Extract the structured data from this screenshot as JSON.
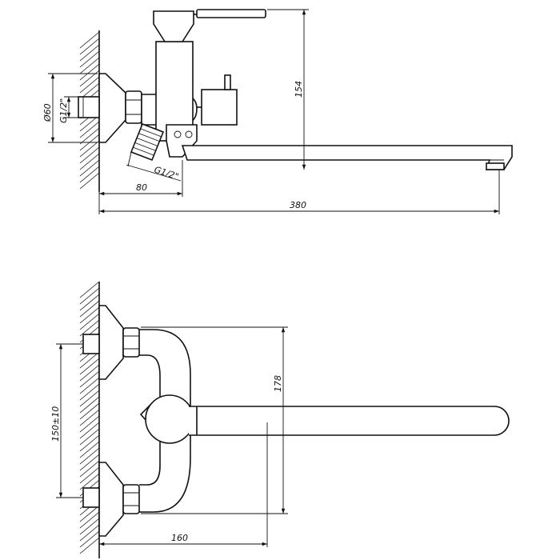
{
  "side_view": {
    "dimensions": {
      "flange_diameter": "Ø60",
      "inlet_thread": "G1/2\"",
      "outlet_thread": "G1/2\"",
      "wall_offset": "80",
      "total_length": "380",
      "height": "154"
    }
  },
  "top_view": {
    "dimensions": {
      "height": "178",
      "center_distance": "150±10",
      "wall_offset": "160"
    }
  }
}
